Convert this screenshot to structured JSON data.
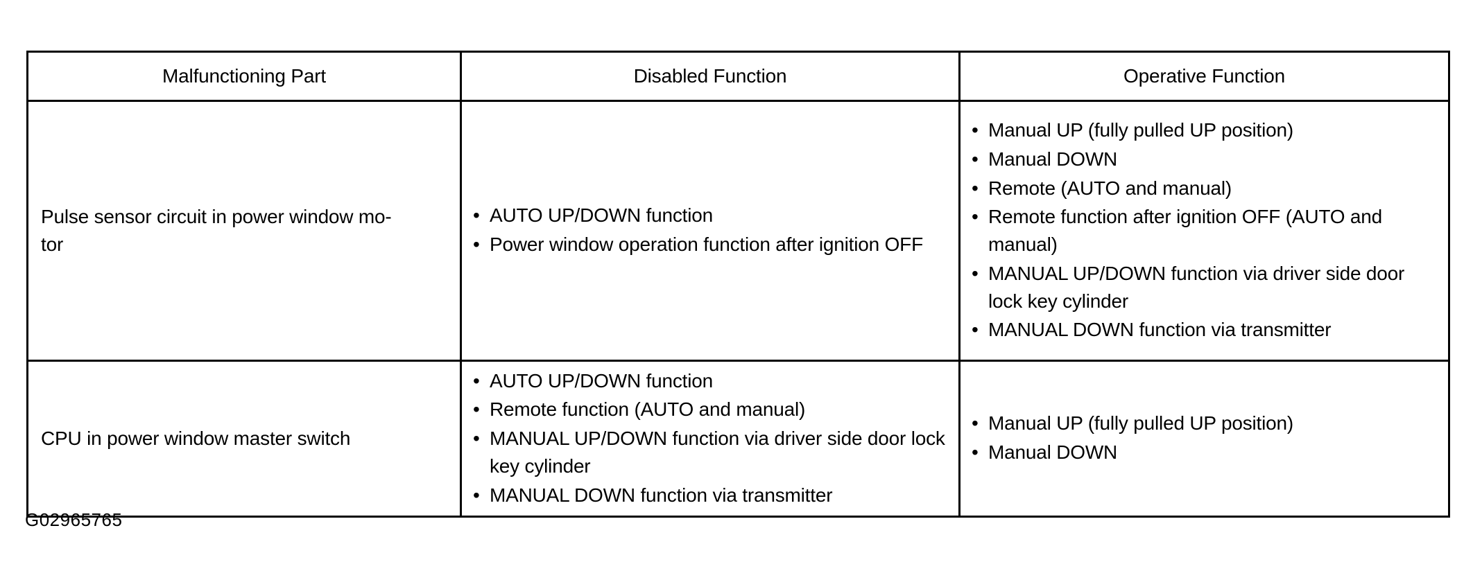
{
  "table": {
    "headers": [
      "Malfunctioning Part",
      "Disabled Function",
      "Operative Function"
    ],
    "rows": [
      {
        "part": "Pulse sensor circuit in power window mo-\ntor",
        "disabled": [
          "AUTO UP/DOWN function",
          "Power window operation function after ignition OFF"
        ],
        "operative": [
          "Manual UP (fully pulled UP position)",
          "Manual DOWN",
          "Remote (AUTO and manual)",
          "Remote function after ignition OFF (AUTO and manual)",
          "MANUAL UP/DOWN function via driver side door lock key cylinder",
          "MANUAL DOWN function via transmitter"
        ]
      },
      {
        "part": "CPU in power window master switch",
        "disabled": [
          "AUTO UP/DOWN function",
          "Remote function (AUTO and manual)",
          "MANUAL UP/DOWN function via driver side door lock key cylinder",
          "MANUAL DOWN function via transmitter"
        ],
        "operative": [
          "Manual UP (fully pulled UP position)",
          "Manual DOWN"
        ]
      }
    ]
  },
  "figure_code": "G02965765",
  "bullet_glyph": "•",
  "colors": {
    "text": "#000000",
    "border": "#000000",
    "background": "#ffffff"
  }
}
